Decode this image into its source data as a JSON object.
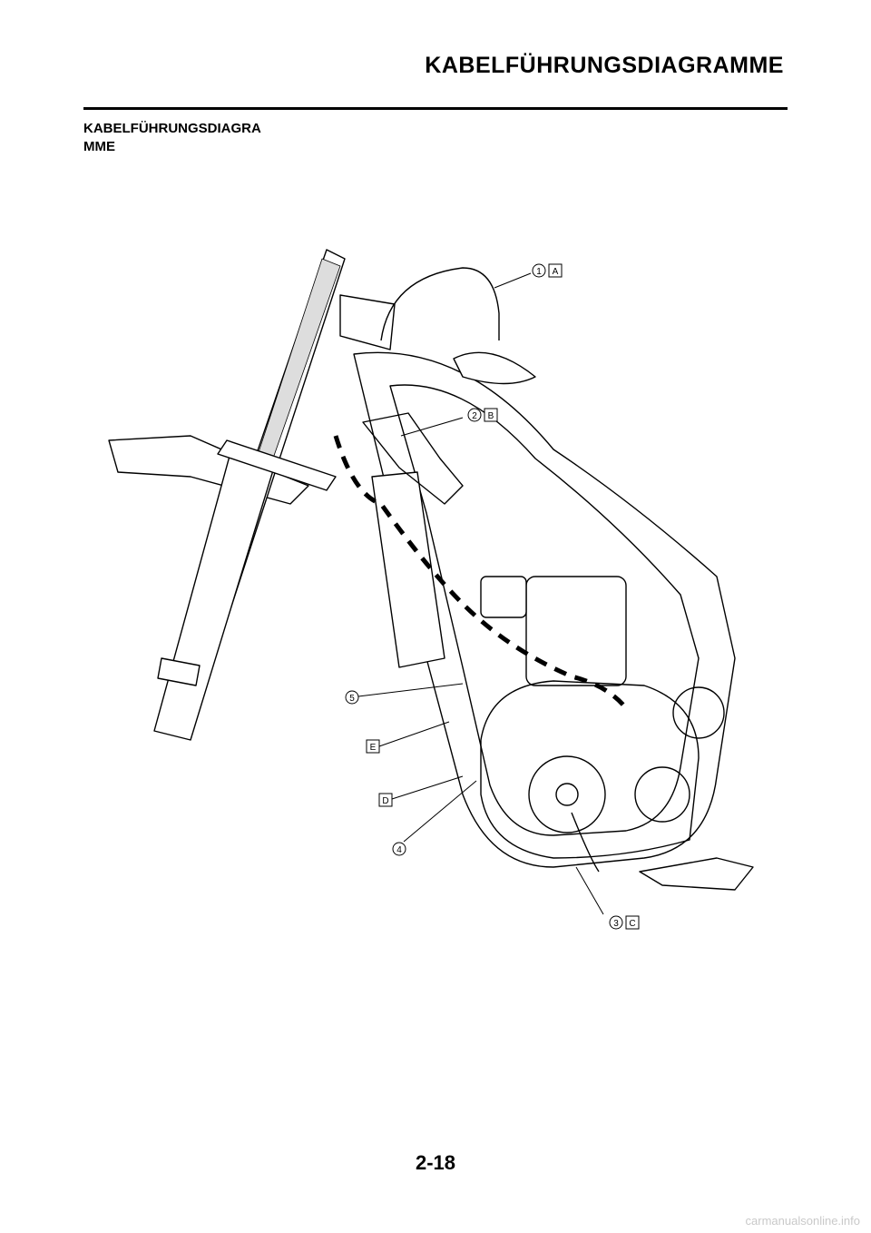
{
  "header": {
    "title": "KABELFÜHRUNGSDIAGRAMME"
  },
  "section": {
    "title_line1": "KABELFÜHRUNGSDIAGRA",
    "title_line2": "MME"
  },
  "callouts": [
    {
      "number": "1",
      "letter": "A"
    },
    {
      "number": "2",
      "letter": "B"
    },
    {
      "number": "3",
      "letter": "C"
    },
    {
      "number": "4",
      "letter": ""
    },
    {
      "number": "5",
      "letter": ""
    },
    {
      "number": "",
      "letter": "D"
    },
    {
      "number": "",
      "letter": "E"
    }
  ],
  "footer": {
    "page_number": "2-18",
    "watermark": "carmanualsonline.info"
  }
}
